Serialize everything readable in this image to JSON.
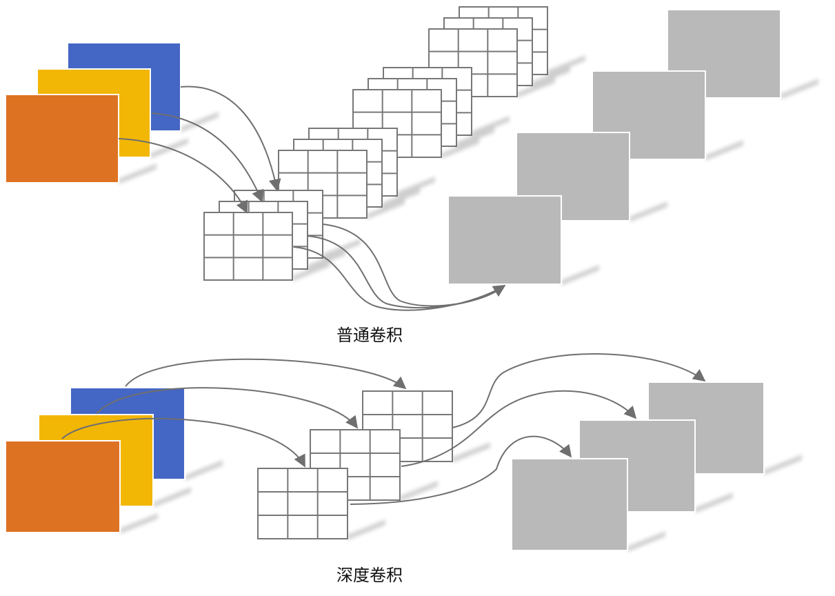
{
  "sections": {
    "standard_convolution": {
      "caption": "普通卷积"
    },
    "depthwise_convolution": {
      "caption": "深度卷积"
    }
  },
  "colors": {
    "channel_orange": "#dd7222",
    "channel_yellow": "#f2b705",
    "channel_blue": "#4466c4",
    "output_gray": "#b9b9b9",
    "kernel_line": "#777777",
    "arrow": "#6f6f6f"
  },
  "structure": {
    "input_channels": 3,
    "standard_kernel_count": 4,
    "standard_kernel_depth": 3,
    "standard_output_maps": 4,
    "depthwise_kernel_count": 3,
    "depthwise_output_maps": 3,
    "kernel_grid": "3x3"
  }
}
